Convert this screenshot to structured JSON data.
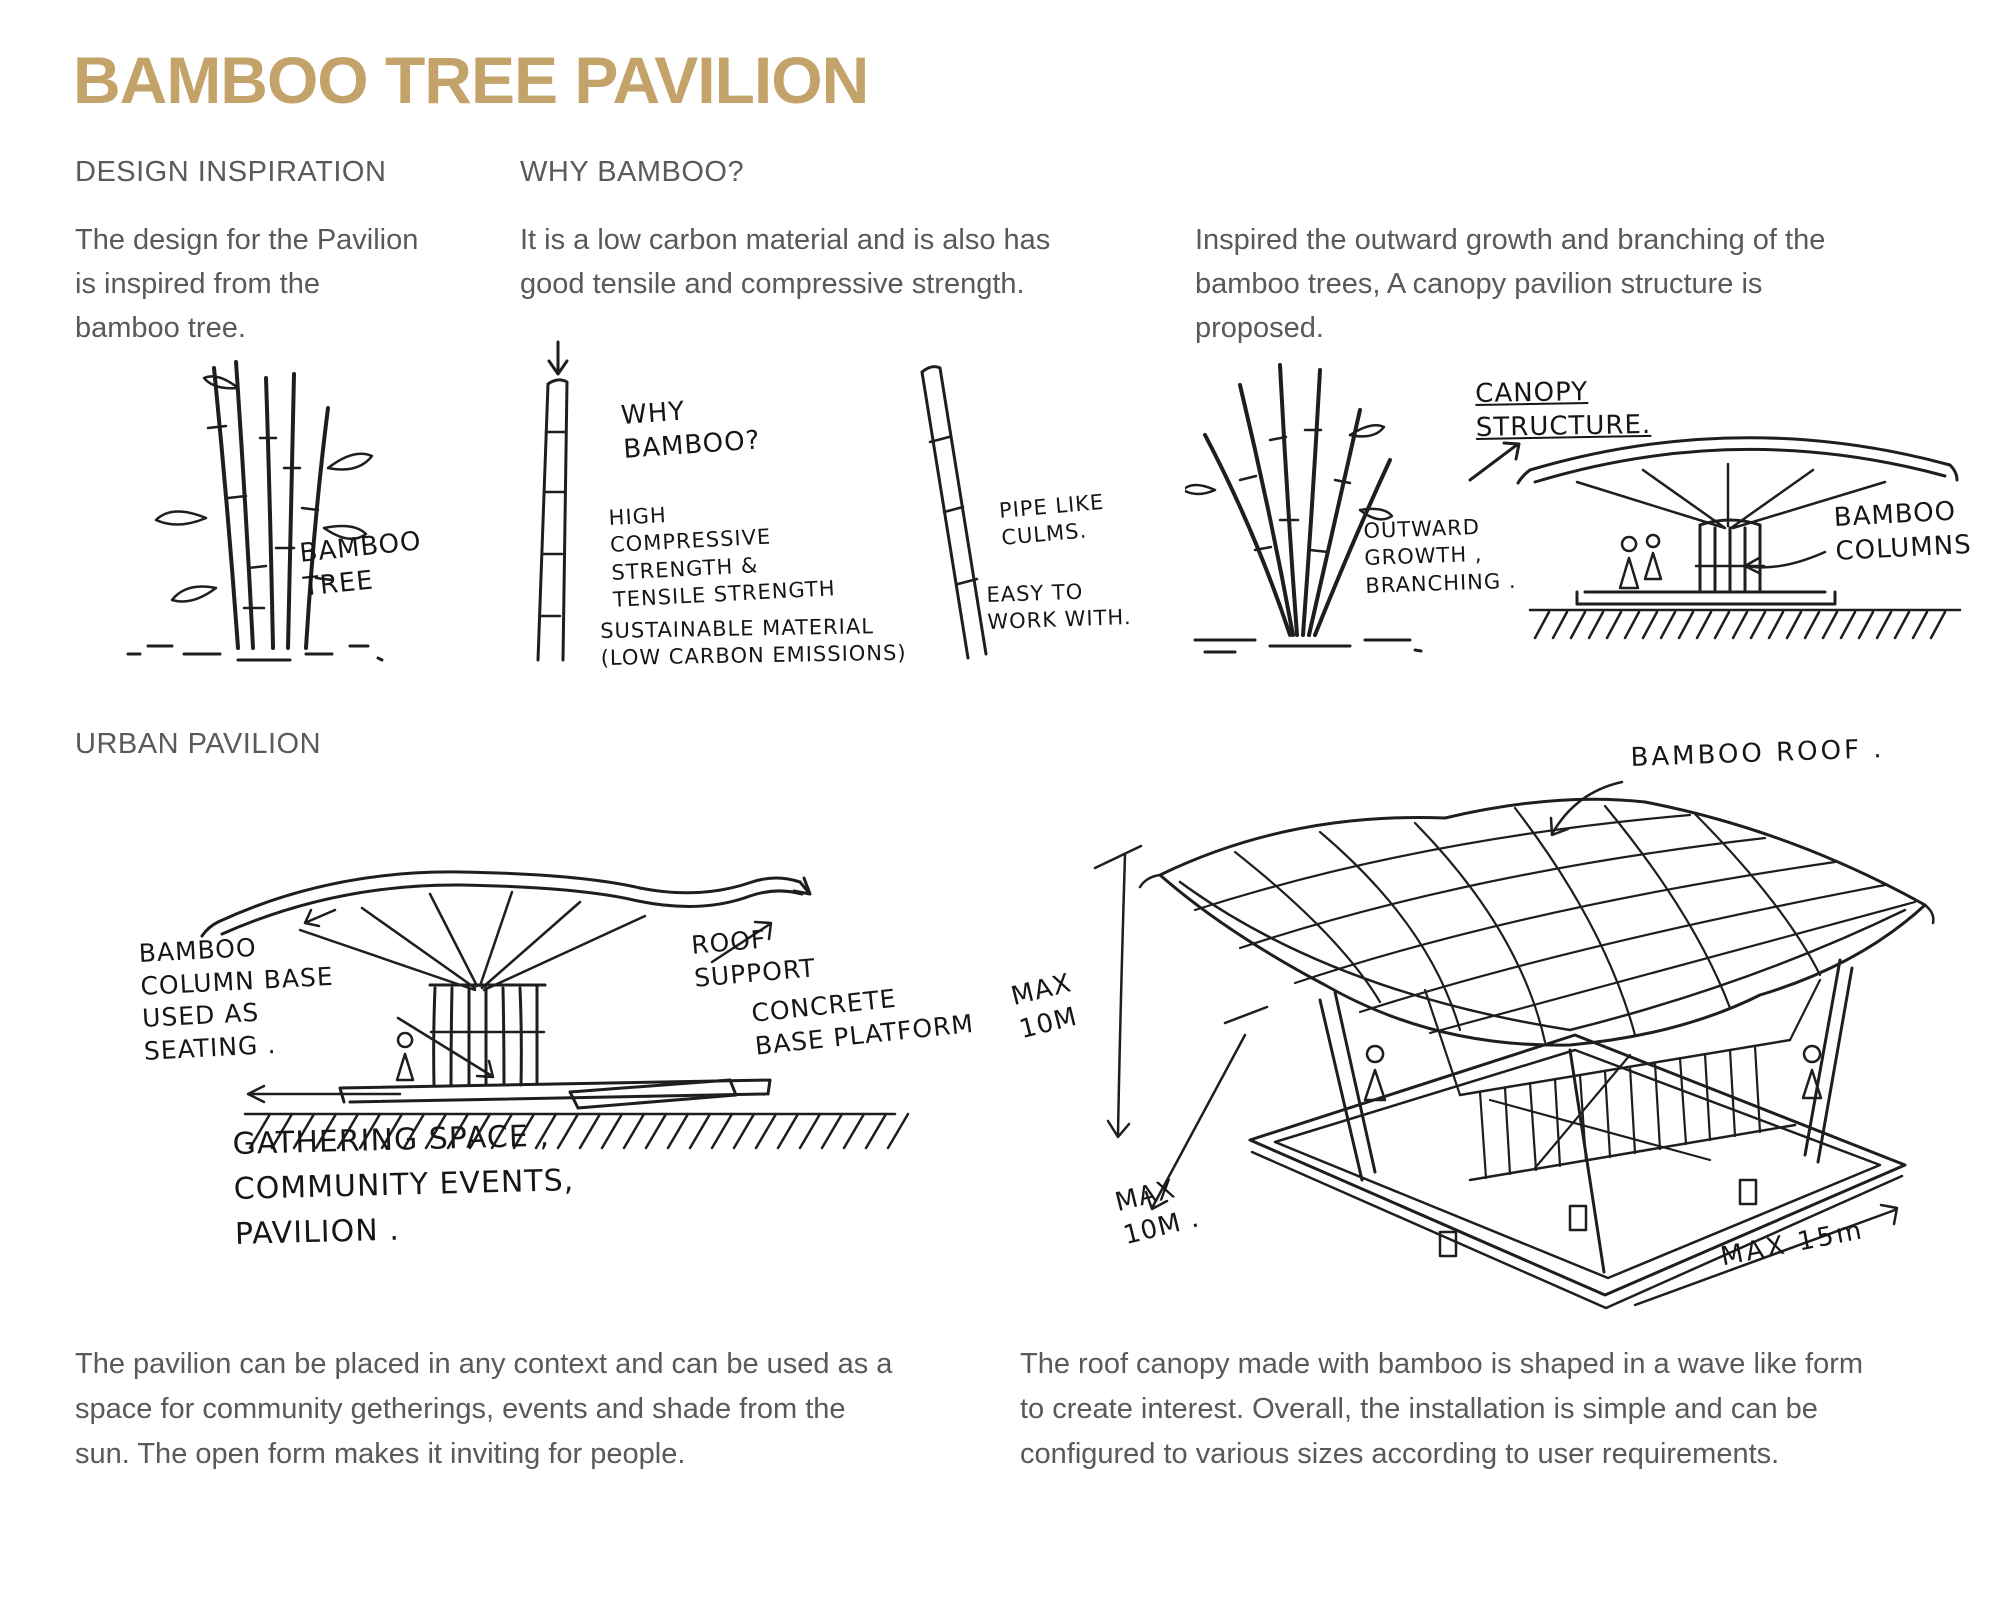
{
  "colors": {
    "accent": "#c3a369",
    "text_gray": "#58595b",
    "ink": "#1e1e1e"
  },
  "title": "BAMBOO TREE PAVILION",
  "sections": {
    "design_inspiration": {
      "heading": "DESIGN INSPIRATION",
      "body": "The design for the Pavilion\nis inspired from the\nbamboo tree."
    },
    "why_bamboo": {
      "heading": "WHY BAMBOO?",
      "body": "It is a low carbon material and is also has\ngood tensile and compressive strength."
    },
    "canopy": {
      "body": "Inspired the outward growth and branching of the\nbamboo trees, A canopy pavilion structure is\nproposed."
    },
    "urban_pavilion": {
      "heading": "URBAN PAVILION"
    }
  },
  "annotations": {
    "bamboo_tree": "BAMBOO\nTREE",
    "why_bamboo_note": "WHY\nBAMBOO?",
    "strength_note": "HIGH\nCOMPRESSIVE\nSTRENGTH &\nTENSILE STRENGTH",
    "sustainable_note": "SUSTAINABLE MATERIAL\n(LOW CARBON EMISSIONS)",
    "pipe_note": "PIPE LIKE\nCULMS.",
    "easy_note": "EASY TO\nWORK WITH.",
    "outward_note": "OUTWARD\nGROWTH ,\nBRANCHING .",
    "canopy_structure": "CANOPY\nSTRUCTURE.",
    "bamboo_columns": "BAMBOO\nCOLUMNS",
    "column_base_note": "BAMBOO\nCOLUMN BASE\nUSED AS\nSEATING .",
    "roof_support": "ROOF\nSUPPORT",
    "concrete_base": "CONCRETE\nBASE PLATFORM",
    "gathering_note": "GATHERING SPACE ,\nCOMMUNITY EVENTS,\nPAVILION .",
    "bamboo_roof": "BAMBOO ROOF .",
    "max_height": "MAX\n10M",
    "max_depth": "MAX\n10M .",
    "max_width": "MAX 15m"
  },
  "footer": {
    "left": "The pavilion can be placed in any context and can be used as a\nspace for community getherings, events and shade from the\nsun. The open form makes it inviting for people.",
    "right": "The roof canopy made with bamboo is shaped in a wave like form\nto create interest. Overall, the installation is simple and can be\nconfigured to various sizes according to user requirements."
  }
}
